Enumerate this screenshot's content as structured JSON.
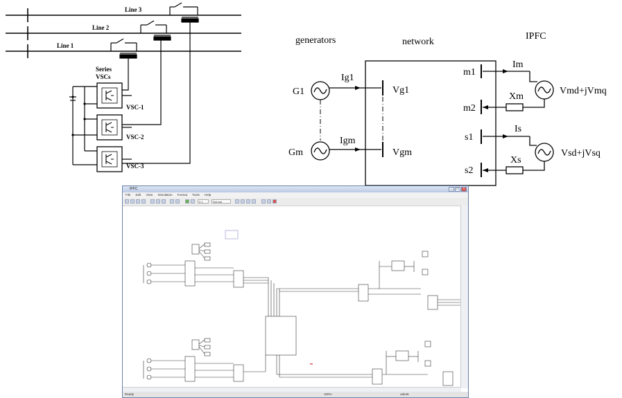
{
  "vsc": {
    "line3": "Line 3",
    "line2": "Line 2",
    "line1": "Line 1",
    "series_label_1": "Series",
    "series_label_2": "VSCs",
    "vsc1": "VSC-1",
    "vsc2": "VSC-2",
    "vsc3": "VSC-3"
  },
  "ipfc": {
    "generators": "generators",
    "network": "network",
    "ipfc": "IPFC",
    "g1": "G1",
    "gm": "Gm",
    "ig1": "Ig1",
    "igm": "Igm",
    "vg1": "Vg1",
    "vgm": "Vgm",
    "m1": "m1",
    "m2": "m2",
    "s1": "s1",
    "s2": "s2",
    "im": "Im",
    "xm": "Xm",
    "is": "Is",
    "xs": "Xs",
    "vm": "Vmd+jVmq",
    "vs": "Vsd+jVsq"
  },
  "sim": {
    "title": "IPFC",
    "menu": [
      "File",
      "Edit",
      "View",
      "Simulation",
      "Format",
      "Tools",
      "Help"
    ],
    "stop_time": "0.1",
    "mode": "Normal",
    "status_left": "Ready",
    "status_mid": "100%",
    "status_right": "ode45"
  }
}
